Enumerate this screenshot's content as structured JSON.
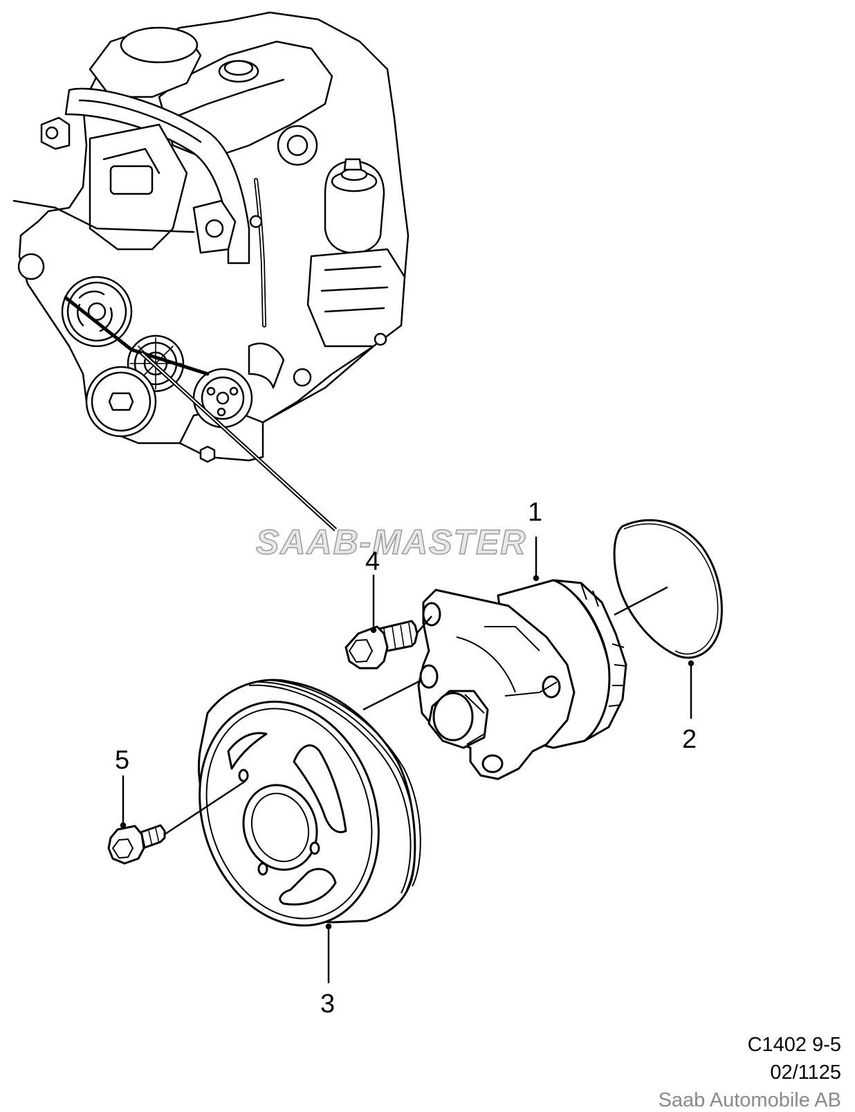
{
  "watermark": "SAAB-MASTER",
  "callouts": {
    "c1": "1",
    "c2": "2",
    "c3": "3",
    "c4": "4",
    "c5": "5"
  },
  "footer": {
    "code": "C1402 9-5",
    "ref": "02/1125",
    "company": "Saab Automobile AB"
  }
}
